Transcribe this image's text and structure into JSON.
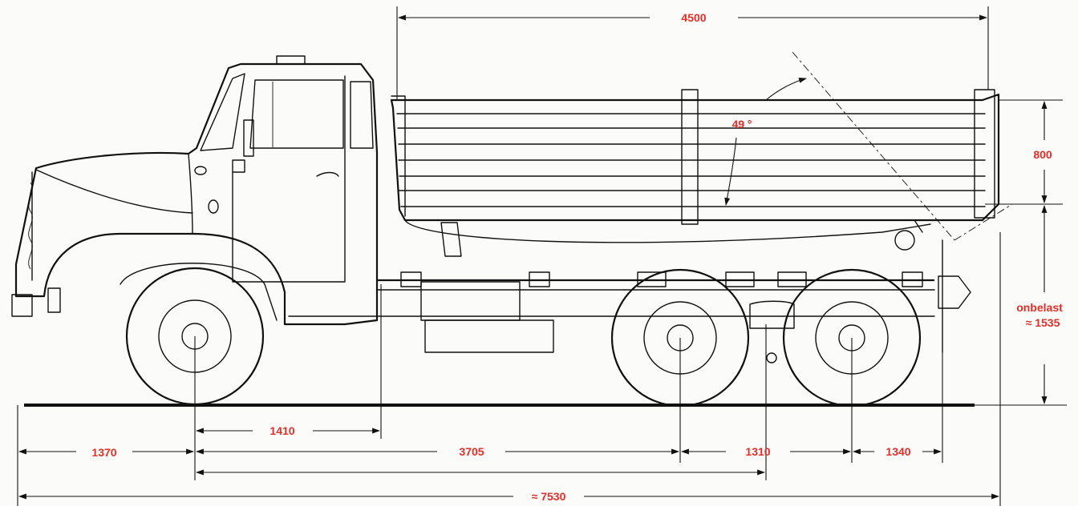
{
  "dimensions": {
    "body_length": "4500",
    "tipping_angle": "49 °",
    "side_height": "800",
    "height_label_1": "onbelast",
    "height_label_2": "≈ 1535",
    "front_overhang": "1370",
    "axle_to_body": "1410",
    "wheelbase_front": "3705",
    "tandem_spacing": "1310",
    "rear_overhang": "1340",
    "overall_length": "≈ 7530"
  },
  "colors": {
    "dimension_text": "#e0302a",
    "line": "#111111",
    "background": "#fbfbf9"
  }
}
